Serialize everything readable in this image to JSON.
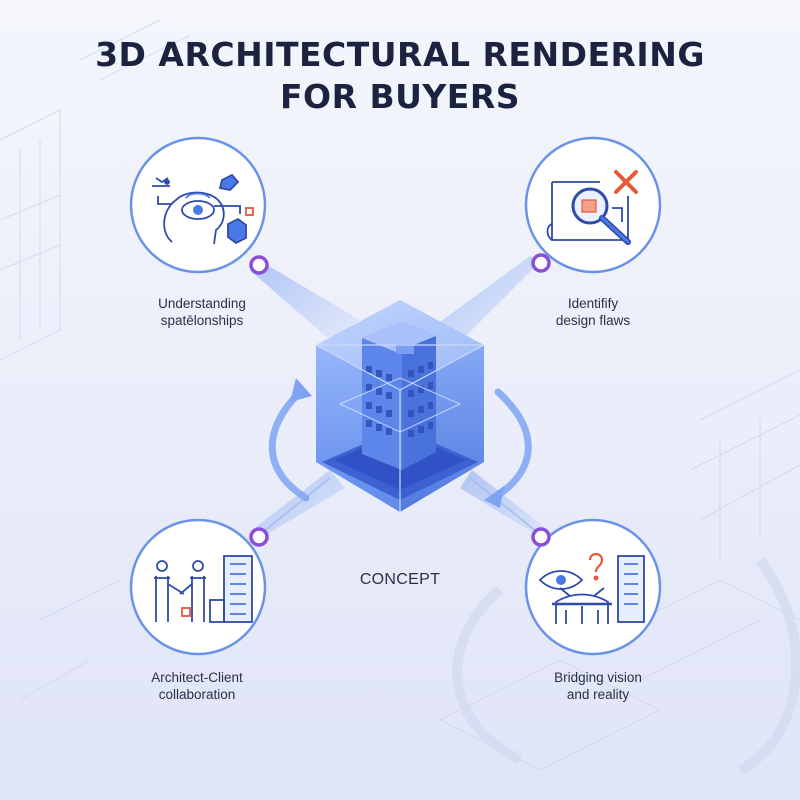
{
  "title": {
    "line1": "3D ARCHITECTURAL RENDERING",
    "line2": "FOR BUYERS"
  },
  "center": {
    "label": "CONCEPT"
  },
  "nodes": [
    {
      "icon": "brain-eye-icon",
      "line1": "Understanding",
      "line2": "spatēlonships"
    },
    {
      "icon": "magnifier-blueprint-icon",
      "line1": "Identifify",
      "line2": "design flaws"
    },
    {
      "icon": "handshake-icon",
      "line1": "Architect-Client",
      "line2": "collaboration"
    },
    {
      "icon": "eye-bridge-icon",
      "line1": "Bridging vision",
      "line2": "and reality"
    }
  ],
  "colors": {
    "title": "#1c2340",
    "accent_blue": "#4a78e6",
    "node_ring": "#6a93e8",
    "connector_dot": "#8a4fd6",
    "error_mark": "#e8583a"
  }
}
